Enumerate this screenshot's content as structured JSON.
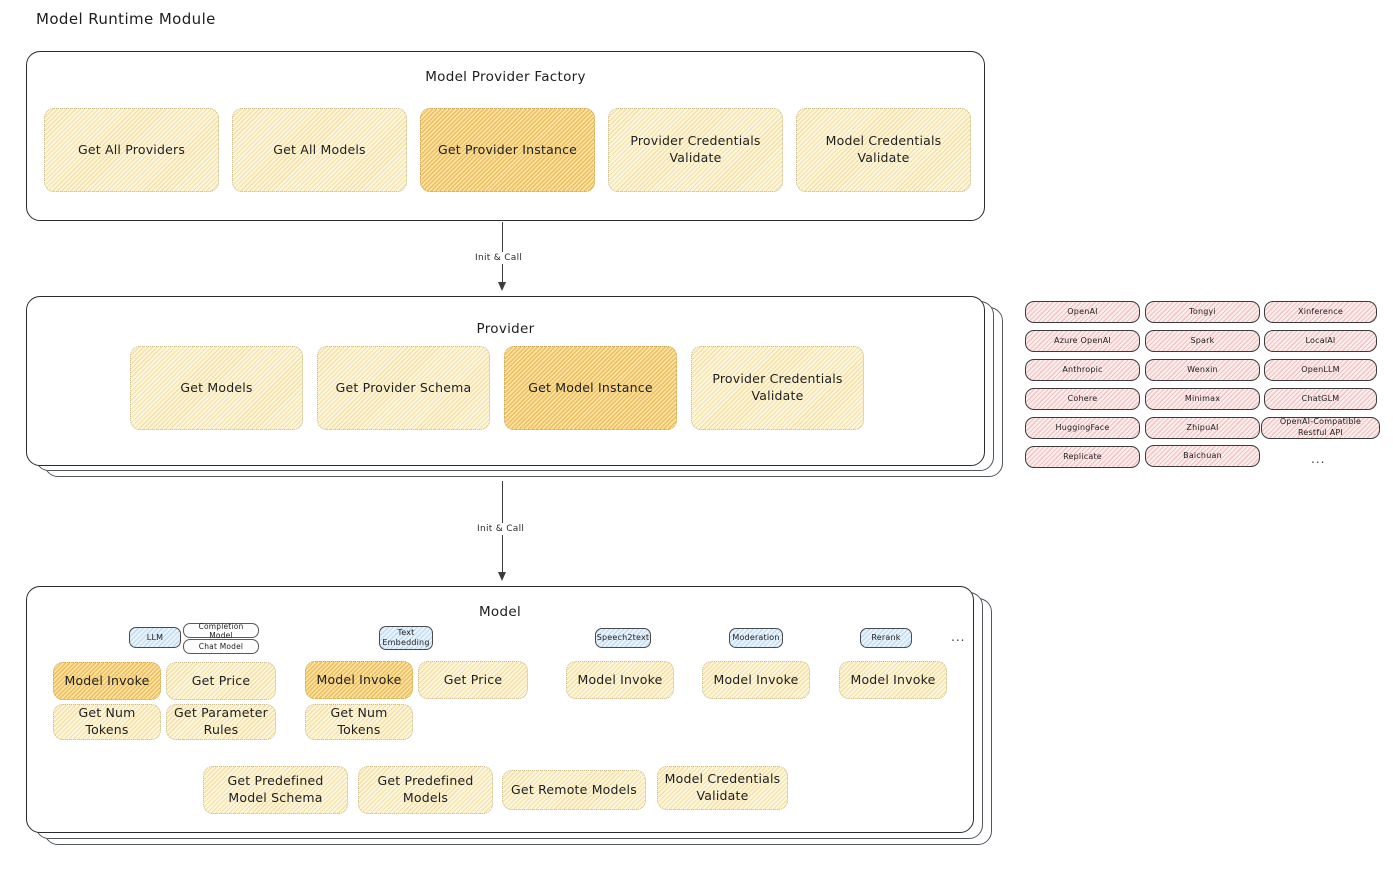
{
  "title": "Model Runtime Module",
  "factory": {
    "title": "Model Provider Factory",
    "boxes": [
      {
        "label": "Get All Providers",
        "highlight": false
      },
      {
        "label": "Get All Models",
        "highlight": false
      },
      {
        "label": "Get Provider Instance",
        "highlight": true
      },
      {
        "label": "Provider Credentials Validate",
        "highlight": false
      },
      {
        "label": "Model Credentials Validate",
        "highlight": false
      }
    ]
  },
  "arrow1": {
    "label": "Init & Call"
  },
  "provider": {
    "title": "Provider",
    "boxes": [
      {
        "label": "Get Models",
        "highlight": false
      },
      {
        "label": "Get Provider Schema",
        "highlight": false
      },
      {
        "label": "Get Model Instance",
        "highlight": true
      },
      {
        "label": "Provider Credentials Validate",
        "highlight": false
      }
    ]
  },
  "arrow2": {
    "label": "Init & Call"
  },
  "provider_list": {
    "columns": [
      [
        "OpenAI",
        "Azure OpenAI",
        "Anthropic",
        "Cohere",
        "HuggingFace",
        "Replicate"
      ],
      [
        "Tongyi",
        "Spark",
        "Wenxin",
        "Minimax",
        "ZhipuAI",
        "Baichuan"
      ],
      [
        "Xinference",
        "LocalAI",
        "OpenLLM",
        "ChatGLM",
        "OpenAI-Compatible Restful API"
      ]
    ],
    "more": "..."
  },
  "model": {
    "title": "Model",
    "more": "...",
    "types": [
      {
        "badge": "LLM",
        "sub_badges": [
          "Completion Model",
          "Chat Model"
        ],
        "ops": [
          {
            "label": "Model Invoke",
            "highlight": true
          },
          {
            "label": "Get Price",
            "highlight": false
          },
          {
            "label": "Get Num Tokens",
            "highlight": false
          },
          {
            "label": "Get Parameter Rules",
            "highlight": false
          }
        ]
      },
      {
        "badge": "Text Embedding",
        "sub_badges": [],
        "ops": [
          {
            "label": "Model Invoke",
            "highlight": true
          },
          {
            "label": "Get Price",
            "highlight": false
          },
          {
            "label": "Get Num Tokens",
            "highlight": false
          }
        ]
      },
      {
        "badge": "Speech2text",
        "sub_badges": [],
        "ops": [
          {
            "label": "Model Invoke",
            "highlight": false
          }
        ]
      },
      {
        "badge": "Moderation",
        "sub_badges": [],
        "ops": [
          {
            "label": "Model Invoke",
            "highlight": false
          }
        ]
      },
      {
        "badge": "Rerank",
        "sub_badges": [],
        "ops": [
          {
            "label": "Model Invoke",
            "highlight": false
          }
        ]
      }
    ],
    "common_ops": [
      "Get Predefined Model Schema",
      "Get Predefined Models",
      "Get Remote Models",
      "Model Credentials Validate"
    ]
  },
  "colors": {
    "highlight_fill": "#f3c66a",
    "light_fill": "#fdf6e0",
    "provider_chip": "#fdeeee",
    "badge_blue": "#e9f3fb",
    "stroke": "#1e1e1e"
  }
}
